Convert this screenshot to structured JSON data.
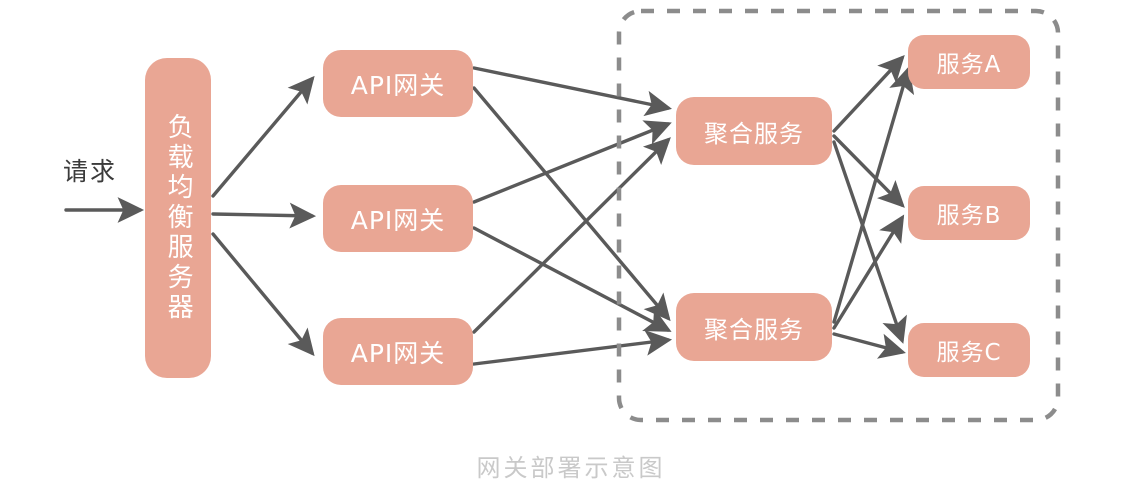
{
  "diagram": {
    "caption": "网关部署示意图",
    "entry_label": "请求",
    "colors": {
      "node_fill": "#e9a694",
      "node_text": "#ffffff",
      "arrow": "#5a5a5a",
      "group_border": "#8c8c8c",
      "caption_text": "#c9c9c9",
      "background": "#ffffff"
    },
    "nodes": {
      "load_balancer": "负载均衡服务器",
      "gateways": [
        {
          "label": "API网关"
        },
        {
          "label": "API网关"
        },
        {
          "label": "API网关"
        }
      ],
      "aggregators": [
        {
          "label": "聚合服务"
        },
        {
          "label": "聚合服务"
        }
      ],
      "services": [
        {
          "label": "服务A"
        },
        {
          "label": "服务B"
        },
        {
          "label": "服务C"
        }
      ]
    },
    "group": {
      "style": "dashed",
      "contains": [
        "聚合服务",
        "聚合服务",
        "服务A",
        "服务B",
        "服务C"
      ]
    },
    "edges": [
      {
        "from": "请求",
        "to": "负载均衡服务器"
      },
      {
        "from": "负载均衡服务器",
        "to": "API网关 1"
      },
      {
        "from": "负载均衡服务器",
        "to": "API网关 2"
      },
      {
        "from": "负载均衡服务器",
        "to": "API网关 3"
      },
      {
        "from": "API网关 1",
        "to": "聚合服务 1"
      },
      {
        "from": "API网关 1",
        "to": "聚合服务 2"
      },
      {
        "from": "API网关 2",
        "to": "聚合服务 1"
      },
      {
        "from": "API网关 2",
        "to": "聚合服务 2"
      },
      {
        "from": "API网关 3",
        "to": "聚合服务 1"
      },
      {
        "from": "API网关 3",
        "to": "聚合服务 2"
      },
      {
        "from": "聚合服务 1",
        "to": "服务A"
      },
      {
        "from": "聚合服务 1",
        "to": "服务B"
      },
      {
        "from": "聚合服务 1",
        "to": "服务C"
      },
      {
        "from": "聚合服务 2",
        "to": "服务A"
      },
      {
        "from": "聚合服务 2",
        "to": "服务B"
      },
      {
        "from": "聚合服务 2",
        "to": "服务C"
      }
    ]
  }
}
